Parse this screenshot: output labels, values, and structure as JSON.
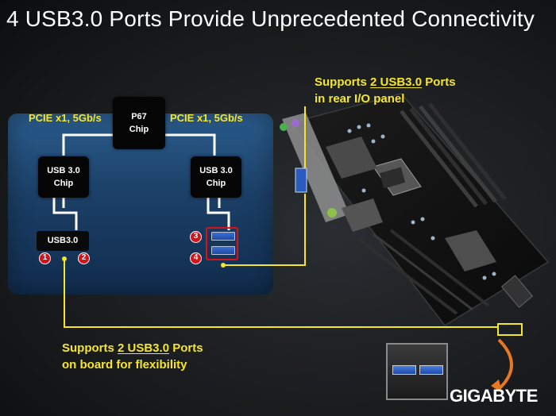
{
  "title": "4 USB3.0 Ports Provide Unprecedented Connectivity",
  "chips": {
    "p67_line1": "P67",
    "p67_line2": "Chip",
    "usb_left_line1": "USB 3.0",
    "usb_left_line2": "Chip",
    "usb_right_line1": "USB 3.0",
    "usb_right_line2": "Chip"
  },
  "links": {
    "left": "PCIE x1, 5Gb/s",
    "right": "PCIE x1, 5Gb/s"
  },
  "header_block": "USB3.0",
  "port_numbers": [
    "1",
    "2",
    "3",
    "4"
  ],
  "callouts": {
    "rear_pre": "Supports ",
    "rear_em": "2 USB3.0",
    "rear_post": " Ports",
    "rear_line2": "in rear I/O panel",
    "board_pre": "Supports ",
    "board_em": "2 USB3.0",
    "board_post": " Ports",
    "board_line2": "on board for flexibility"
  },
  "brand": "GIGABYTE",
  "colors": {
    "accent_yellow": "#f5e62c",
    "badge_red": "#d3141b",
    "panel_blue": "#1b3f66",
    "usb_blue": "#2a5cc0"
  },
  "icons": [
    "motherboard-illustration",
    "usb-port-icon",
    "curved-arrow-icon"
  ]
}
